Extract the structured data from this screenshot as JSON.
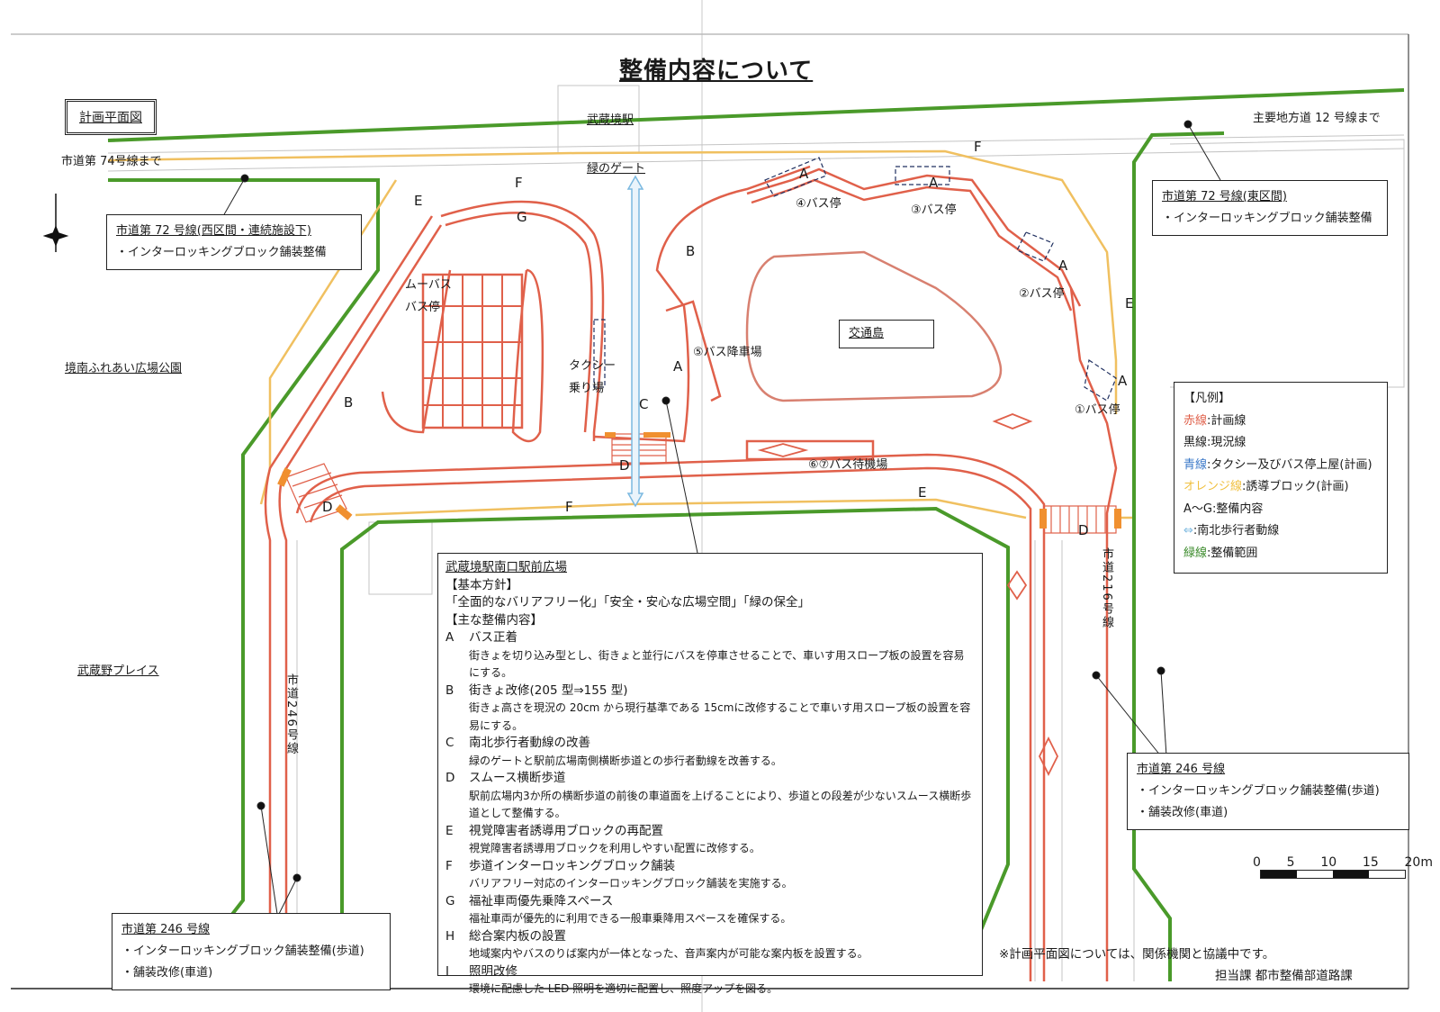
{
  "title": "整備内容について",
  "plan_label": "計画平面図",
  "place_labels": {
    "station": "武蔵境駅",
    "gate": "緑のゲート",
    "park": "境南ふれあい広場公園",
    "place": "武蔵野プレイス",
    "island": "交通島",
    "to_road74": "市道第 74号線まで",
    "to_pref12": "主要地方道 12 号線まで",
    "mubus_1": "ムーバス",
    "mubus_2": "バス停",
    "taxi_1": "タクシー",
    "taxi_2": "乗り場",
    "bus4": "④バス停",
    "bus3": "③バス停",
    "bus2": "②バス停",
    "bus1": "①バス停",
    "bus5": "⑤バス降車場",
    "bus67": "⑥⑦バス待機場",
    "road246_left": "市道246号線",
    "road216_right": "市道216号線"
  },
  "map_letters": {
    "F_top_left": "F",
    "G": "G",
    "E_left": "E",
    "B_left": "B",
    "B_mid": "B",
    "A_top1": "A",
    "A_top2": "A",
    "F_top_right": "F",
    "A_right1": "A",
    "A_right2": "A",
    "E_right": "E",
    "A_center": "A",
    "C": "C",
    "D_center": "D",
    "D_left": "D",
    "F_bottom": "F",
    "E_bottom": "E",
    "D_right": "D"
  },
  "callouts": {
    "road72_west": {
      "heading": "市道第 72 号線(西区間・連続施設下)",
      "items": [
        "・インターロッキングブロック舗装整備"
      ]
    },
    "road72_east": {
      "heading": "市道第 72 号線(東区間)",
      "items": [
        "・インターロッキングブロック舗装整備"
      ]
    },
    "road246_left": {
      "heading": "市道第 246 号線",
      "items": [
        "・インターロッキングブロック舗装整備(歩道)",
        "・舗装改修(車道)"
      ]
    },
    "road246_right": {
      "heading": "市道第 246 号線",
      "items": [
        "・インターロッキングブロック舗装整備(歩道)",
        "・舗装改修(車道)"
      ]
    }
  },
  "main": {
    "heading": "武蔵境駅南口駅前広場",
    "policy_label": "【基本方針】",
    "policy": "「全面的なバリアフリー化」「安全・安心な広場空間」「緑の保全」",
    "content_label": "【主な整備内容】",
    "items": [
      {
        "key": "A",
        "title": "バス正着",
        "desc": "街きょを切り込み型とし、街きょと並行にバスを停車させることで、車いす用スロープ板の設置を容易にする。"
      },
      {
        "key": "B",
        "title": "街きょ改修(205 型⇒155 型)",
        "desc": "街きょ高さを現況の 20cm から現行基準である 15cmに改修することで車いす用スロープ板の設置を容易にする。"
      },
      {
        "key": "C",
        "title": "南北歩行者動線の改善",
        "desc": "緑のゲートと駅前広場南側横断歩道との歩行者動線を改善する。"
      },
      {
        "key": "D",
        "title": "スムース横断歩道",
        "desc": "駅前広場内3か所の横断歩道の前後の車道面を上げることにより、歩道との段差が少ないスムース横断歩道として整備する。"
      },
      {
        "key": "E",
        "title": "視覚障害者誘導用ブロックの再配置",
        "desc": "視覚障害者誘導用ブロックを利用しやすい配置に改修する。"
      },
      {
        "key": "F",
        "title": "歩道インターロッキングブロック舗装",
        "desc": "バリアフリー対応のインターロッキングブロック舗装を実施する。"
      },
      {
        "key": "G",
        "title": "福祉車両優先乗降スペース",
        "desc": "福祉車両が優先的に利用できる一般車乗降用スペースを確保する。"
      },
      {
        "key": "H",
        "title": "総合案内板の設置",
        "desc": "地域案内やバスのりば案内が一体となった、音声案内が可能な案内板を設置する。"
      },
      {
        "key": "I",
        "title": "照明改修",
        "desc": "環境に配慮した LED 照明を適切に配置し、照度アップを図る。"
      }
    ]
  },
  "legend": {
    "title": "【凡例】",
    "items": [
      {
        "key": "赤線",
        "sep": ":",
        "text": "計画線",
        "color": "#e0604a"
      },
      {
        "key": "黒線",
        "sep": ":",
        "text": "現況線",
        "color": "#1a1a1a"
      },
      {
        "key": "青線",
        "sep": ":",
        "text": "タクシー及びバス停上屋(計画)",
        "color": "#3a78c8"
      },
      {
        "key": "オレンジ線",
        "sep": ":",
        "text": "誘導ブロック(計画)",
        "color": "#f0c040"
      },
      {
        "key": "A～G",
        "sep": ":",
        "text": "整備内容",
        "color": "#1a1a1a"
      },
      {
        "key": "⇔",
        "sep": ":",
        "text": "南北歩行者動線",
        "color": "#7ab8e0"
      },
      {
        "key": "緑線",
        "sep": ":",
        "text": "整備範囲",
        "color": "#3a8a2a"
      }
    ]
  },
  "scale": {
    "ticks": [
      "0",
      "5",
      "10",
      "15",
      "20m"
    ]
  },
  "note": "※計画平面図については、関係機関と協議中です。",
  "department": "担当課 都市整備部道路課",
  "colors": {
    "plan_red": "#e0604a",
    "green": "#4a9a2a",
    "orange": "#f0b040",
    "blue": "#7ab8e0",
    "existing_gray": "#b8b8b8"
  }
}
